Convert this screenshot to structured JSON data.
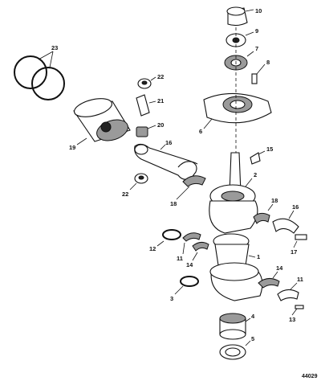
{
  "figure_id": "44029",
  "callouts": {
    "c1": "1",
    "c2": "2",
    "c3": "3",
    "c4": "4",
    "c5": "5",
    "c6": "6",
    "c7": "7",
    "c8": "8",
    "c9": "9",
    "c10": "10",
    "c11a": "11",
    "c11b": "11",
    "c12": "12",
    "c13": "13",
    "c14a": "14",
    "c14b": "14",
    "c15": "15",
    "c16a": "16",
    "c16b": "16",
    "c17": "17",
    "c18a": "18",
    "c18b": "18",
    "c19": "19",
    "c20": "20",
    "c21": "21",
    "c22a": "22",
    "c22b": "22",
    "c23": "23"
  },
  "colors": {
    "ink": "#111111",
    "paper": "#ffffff",
    "shade": "#9a9a9a"
  }
}
